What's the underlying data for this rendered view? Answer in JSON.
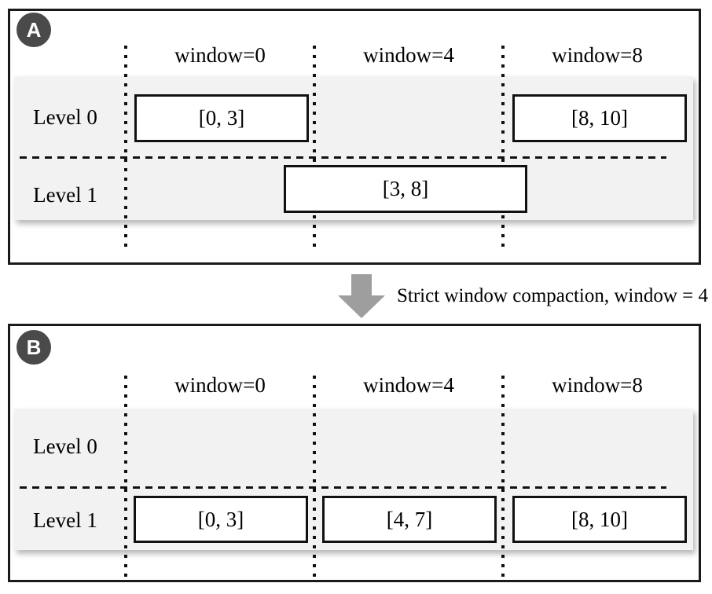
{
  "figure": {
    "transition": {
      "label": "Strict window compaction, window = 4",
      "arrow_icon": "down-arrow"
    },
    "panels": [
      {
        "badge": "A",
        "column_headers": [
          "window=0",
          "window=4",
          "window=8"
        ],
        "levels": [
          {
            "label": "Level 0",
            "sstables": [
              {
                "range": "[0, 3]",
                "window": "window=0"
              },
              {
                "range": "[8, 10]",
                "window": "window=8"
              }
            ]
          },
          {
            "label": "Level 1",
            "sstables": [
              {
                "range": "[3, 8]",
                "window": "spans window=0 to window=8"
              }
            ]
          }
        ]
      },
      {
        "badge": "B",
        "column_headers": [
          "window=0",
          "window=4",
          "window=8"
        ],
        "levels": [
          {
            "label": "Level 0",
            "sstables": []
          },
          {
            "label": "Level 1",
            "sstables": [
              {
                "range": "[0, 3]",
                "window": "window=0"
              },
              {
                "range": "[4, 7]",
                "window": "window=4"
              },
              {
                "range": "[8, 10]",
                "window": "window=8"
              }
            ]
          }
        ]
      }
    ],
    "colors": {
      "panel_border": "#1a1a1a",
      "row_background": "#f2f2f2",
      "box_fill": "#ffffff",
      "box_border": "#111111",
      "badge_fill": "#4a4a4a",
      "badge_text": "#ffffff",
      "arrow": "#9e9e9e",
      "text": "#000000"
    }
  }
}
